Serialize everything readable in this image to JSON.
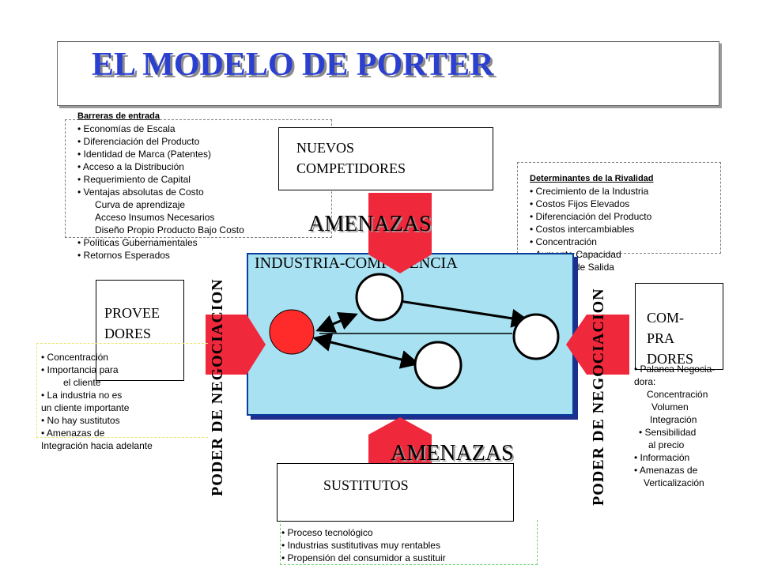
{
  "title": "EL MODELO DE PORTER",
  "entry_barriers": {
    "heading": "Barreras de entrada",
    "items": [
      "• Economías de Escala",
      "• Diferenciación del Producto",
      "• Identidad de Marca (Patentes)",
      "• Acceso a la Distribución",
      "• Requerimiento de Capital",
      "• Ventajas absolutas de Costo",
      "Curva de aprendizaje",
      "Acceso Insumos Necesarios",
      "Diseño Propio Producto Bajo Costo",
      "• Políticas Gubernamentales",
      "• Retornos Esperados"
    ]
  },
  "new_competitors": {
    "line1": "NUEVOS",
    "line2": "COMPETIDORES"
  },
  "rivalry": {
    "heading": "Determinantes de la Rivalidad",
    "items": [
      "• Crecimiento de la Industria",
      "• Costos Fijos Elevados",
      "• Diferenciación del Producto",
      "• Costos intercambiables",
      "• Concentración",
      "• Aumento Capacidad",
      "• Barreras de Salida"
    ]
  },
  "threats_top": "AMENAZAS",
  "threats_bottom": "AMENAZAS",
  "industry_label": "INDUSTRIA-COMPETENCIA",
  "suppliers": {
    "line1": "PROVEE",
    "line2": "DORES"
  },
  "buyers": {
    "line1": "COM-",
    "line2": "PRA",
    "line3": "DORES"
  },
  "supplier_power": "PODER DE NEGOCIACION",
  "buyer_power": "PODER DE NEGOCIACION",
  "supplier_factors": {
    "items": [
      "• Concentración",
      "• Importancia para",
      "el cliente",
      "• La industria no es",
      "un cliente importante",
      "• No hay sustitutos",
      "• Amenazas de",
      "Integración hacia adelante"
    ]
  },
  "buyer_factors": {
    "items": [
      "• Palanca Negocia-",
      "dora:",
      "Concentración",
      "Volumen",
      "Integración",
      "• Sensibilidad",
      "al precio",
      "• Información",
      "• Amenazas de",
      "Verticalización"
    ]
  },
  "substitutes": "SUSTITUTOS",
  "substitute_factors": {
    "items": [
      "• Proceso tecnológico",
      "• Industrias sustitutivas muy rentables",
      "• Propensión del consumidor a sustituir"
    ]
  },
  "colors": {
    "title": "#2b3fd0",
    "arrow_red": "#f0283c",
    "industry_fill": "#a8e2f2",
    "industry_border": "#0a3d9a",
    "firm_red": "#ff2a2a"
  }
}
